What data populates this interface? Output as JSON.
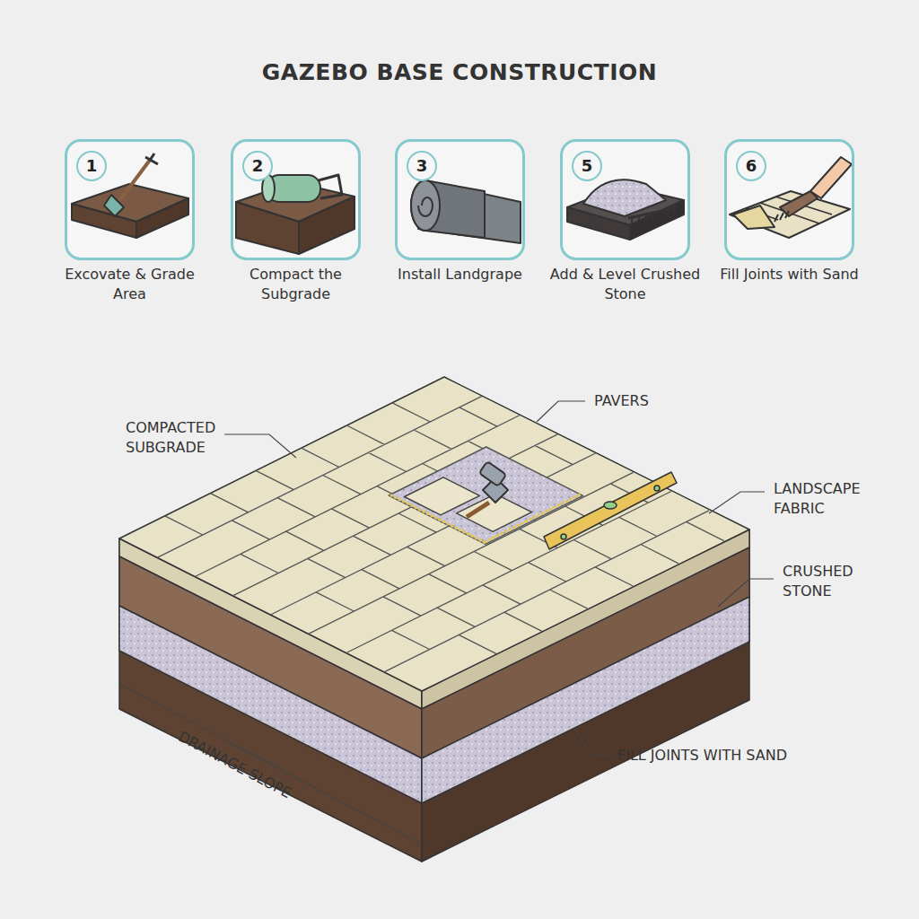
{
  "diagram": {
    "title": "GAZEBO BASE CONSTRUCTION",
    "nodes": [
      {
        "text": [
          "1",
          "Excovate & Grade Area"
        ]
      },
      {
        "text": [
          "2",
          "Compact the Subgrade"
        ]
      },
      {
        "text": [
          "3",
          "Install Landgrape"
        ]
      },
      {
        "text": [
          "5",
          "Add & Level Crushed Stone"
        ]
      },
      {
        "text": [
          "6",
          "Fill Joints with Sand"
        ]
      }
    ],
    "labels": [
      "COMPACTED SUBGRADE",
      "PAVERS",
      "LANDSCAPE FABRIC",
      "CRUSHED STONE",
      "FILL JOINTS WITH SAND",
      "DRAINAGE SLOPE"
    ]
  }
}
